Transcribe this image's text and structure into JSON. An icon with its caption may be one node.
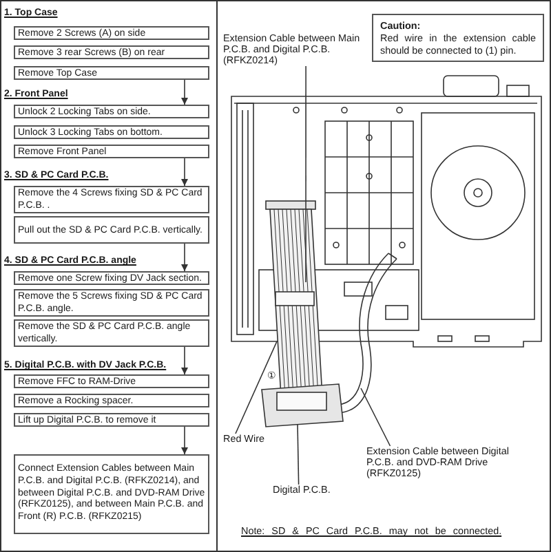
{
  "diagram": {
    "nodes": [
      {
        "text": [
          "Remove 2 Screws (A) on side"
        ]
      },
      {
        "text": [
          "Remove 3 rear Screws (B) on rear"
        ]
      },
      {
        "text": [
          "Remove Top Case"
        ]
      },
      {
        "text": [
          "Unlock 2 Locking Tabs on side."
        ]
      },
      {
        "text": [
          "Unlock 3 Locking Tabs on bottom."
        ]
      },
      {
        "text": [
          "Remove Front Panel"
        ]
      },
      {
        "text": [
          "Remove the 4 Screws fixing SD & PC Card P.C.B. ."
        ]
      },
      {
        "text": [
          "Pull out the SD & PC Card P.C.B. vertically."
        ]
      },
      {
        "text": [
          "Remove one Screw fixing DV Jack section."
        ]
      },
      {
        "text": [
          "Remove the 5 Screws fixing SD & PC Card P.C.B. angle."
        ]
      },
      {
        "text": [
          "Remove the SD & PC Card P.C.B. angle vertically."
        ]
      },
      {
        "text": [
          "Remove FFC to RAM-Drive"
        ]
      },
      {
        "text": [
          "Remove a Rocking spacer."
        ]
      },
      {
        "text": [
          "Lift up Digital P.C.B. to remove it"
        ]
      },
      {
        "text": [
          "Connect Extension Cables between Main P.C.B. and Digital P.C.B. (RFKZ0214), and between Digital P.C.B. and DVD-RAM Drive (RFKZ0125), and between Main P.C.B. and Front (R) P.C.B. (RFKZ0215)"
        ]
      },
      {
        "text": [
          "Extension Cable between Main P.C.B. and Digital P.C.B. (RFKZ0214)"
        ]
      },
      {
        "text": [
          "Caution:",
          "Red wire in the extension cable should be connected to (1) pin."
        ]
      },
      {
        "text": [
          "Red Wire"
        ]
      },
      {
        "text": [
          "Extension Cable between Digital P.C.B. and DVD-RAM Drive (RFKZ0125)"
        ]
      },
      {
        "text": [
          "Digital P.C.B."
        ]
      }
    ],
    "edges": [
      {
        "from": 2,
        "to": 3,
        "arrow": "to"
      },
      {
        "from": 5,
        "to": 6,
        "arrow": "to"
      },
      {
        "from": 7,
        "to": 8,
        "arrow": "to"
      },
      {
        "from": 10,
        "to": 11,
        "arrow": "to"
      },
      {
        "from": 13,
        "to": 14,
        "arrow": "to"
      },
      {
        "from": 15,
        "to": null,
        "arrow": "none"
      },
      {
        "from": 17,
        "to": null,
        "arrow": "none"
      },
      {
        "from": 18,
        "to": null,
        "arrow": "none"
      },
      {
        "from": 19,
        "to": null,
        "arrow": "none"
      }
    ],
    "labels": [
      "1. Top Case",
      "2. Front Panel",
      "3. SD & PC Card P.C.B.",
      "4. SD & PC Card P.C.B. angle",
      "5. Digital P.C.B. with DV Jack P.C.B.",
      "①",
      "Note: SD & PC Card P.C.B. may not be connected."
    ]
  }
}
